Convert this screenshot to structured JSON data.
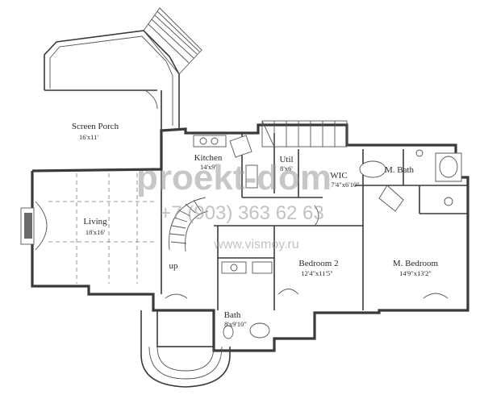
{
  "rooms": {
    "screen_porch": {
      "name": "Screen Porch",
      "dims": "16'x11'"
    },
    "kitchen": {
      "name": "Kitchen",
      "dims": "14'x9'"
    },
    "utility": {
      "name": "Util",
      "dims": "8'x6'"
    },
    "wic": {
      "name": "WIC",
      "dims": "7'4\"x6'10\""
    },
    "master_bath": {
      "name": "M. Bath"
    },
    "living": {
      "name": "Living",
      "dims": "18'x16'"
    },
    "bedroom2": {
      "name": "Bedroom 2",
      "dims": "12'4\"x11'5\""
    },
    "master_bedroom": {
      "name": "M. Bedroom",
      "dims": "14'9\"x13'2\""
    },
    "bath": {
      "name": "Bath",
      "dims": "8'x9'10\""
    }
  },
  "stair_label": "up",
  "watermark": {
    "brand": "proekt-dom",
    "phone": "+7 (903) 363 62 63",
    "site": "www.vismoy.ru"
  }
}
